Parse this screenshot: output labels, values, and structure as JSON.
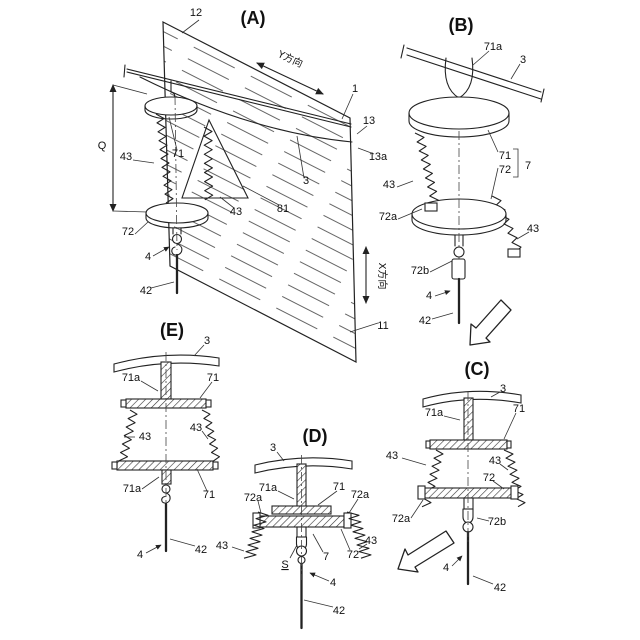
{
  "figures": {
    "a": {
      "title": "(A)",
      "labels": {
        "n12": "12",
        "y_axis": "Y方向",
        "n1": "1",
        "n13": "13",
        "n13a": "13a",
        "n3": "3",
        "q": "Q",
        "n43_left": "43",
        "n71": "71",
        "n43_mid": "43",
        "n81": "81",
        "n72": "72",
        "n4": "4",
        "n42": "42",
        "x_axis": "X方向",
        "n11": "11"
      }
    },
    "b": {
      "title": "(B)",
      "labels": {
        "n71a": "71a",
        "n3": "3",
        "n43_left": "43",
        "n71": "71",
        "n72": "72",
        "n7": "7",
        "n72a": "72a",
        "n43_right": "43",
        "n72b": "72b",
        "n4": "4",
        "n42": "42"
      }
    },
    "c": {
      "title": "(C)",
      "labels": {
        "n3": "3",
        "n71a": "71a",
        "n71": "71",
        "n43_left": "43",
        "n43_right": "43",
        "n72": "72",
        "n72a": "72a",
        "n72b": "72b",
        "n4": "4",
        "n42": "42"
      }
    },
    "d": {
      "title": "(D)",
      "labels": {
        "n3": "3",
        "n71a": "71a",
        "n71": "71",
        "n72a_left": "72a",
        "n72a_right": "72a",
        "n43_left": "43",
        "n43_right": "43",
        "n7": "7",
        "n72": "72",
        "s": "S",
        "n4": "4",
        "n42": "42"
      }
    },
    "e": {
      "title": "(E)",
      "labels": {
        "n3": "3",
        "n71a_top": "71a",
        "n71_top": "71",
        "n43_left": "43",
        "n43_right": "43",
        "n71a_bottom": "71a",
        "n71_bottom": "71",
        "n4": "4",
        "n42": "42"
      }
    }
  }
}
